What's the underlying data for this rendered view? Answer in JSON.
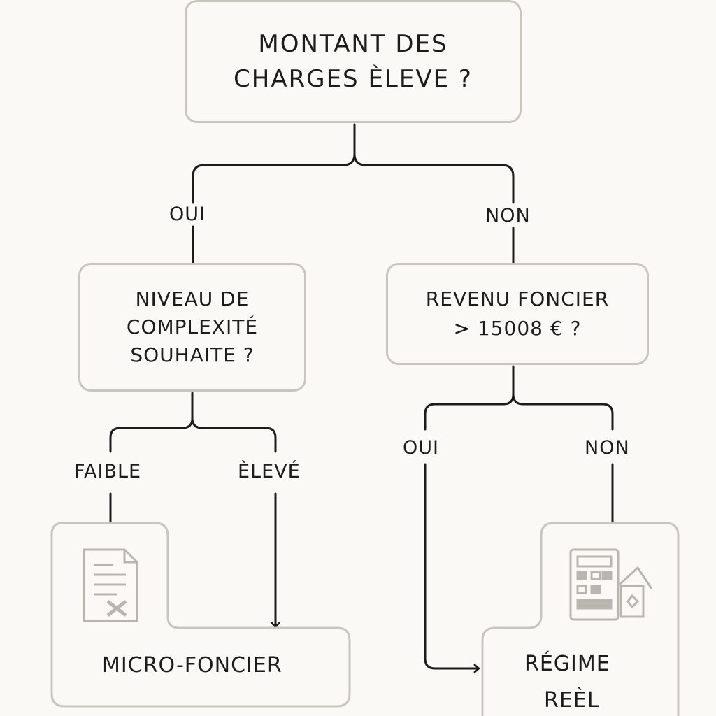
{
  "nodes": {
    "root": {
      "line1": "MONTANT DES",
      "line2": "CHARGES ÈLEVE ?"
    },
    "left_question": {
      "line1": "NIVEAU DE",
      "line2": "COMPLEXITÉ",
      "line3": "SOUHAITE ?"
    },
    "right_question": {
      "line1": "REVENU FONCIER",
      "line2": "> 15008 € ?"
    }
  },
  "branches": {
    "root_yes": "OUI",
    "root_no": "NON",
    "left_low": "FAIBLE",
    "left_high": "ÈLEVÉ",
    "right_yes": "OUI",
    "right_no": "NON"
  },
  "results": {
    "micro": {
      "label": "MICRO-FONCIER",
      "icon": "document-cross-icon"
    },
    "reel": {
      "line1": "RÉGIME",
      "line2": "REÈL",
      "icon": "calculator-house-icon"
    }
  },
  "colors": {
    "line": "#1c1c1c",
    "box_border": "#c9c6c0",
    "icon": "#b9b6b0",
    "background": "#faf9f6"
  }
}
